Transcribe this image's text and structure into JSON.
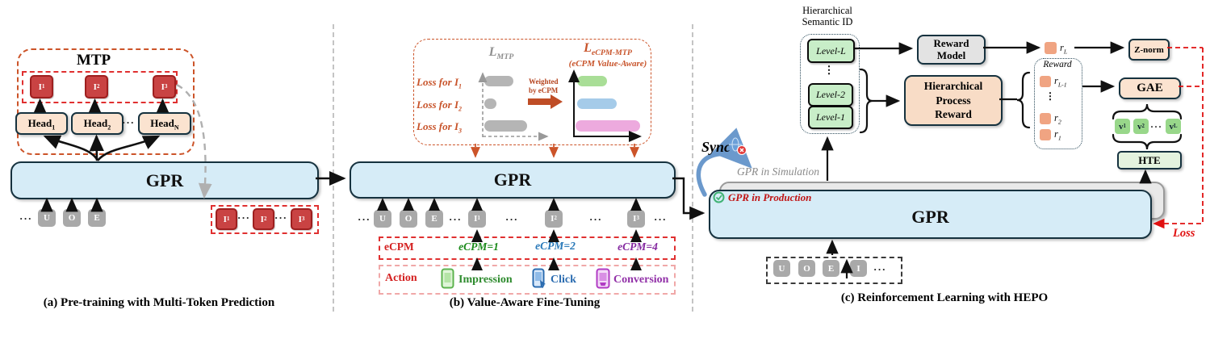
{
  "colors": {
    "gpr_fill": "#d6ecf7",
    "box_border": "#16323f",
    "peach": "#fbe3d0",
    "red_token": "#c94343",
    "gray_token": "#a9a9a9",
    "accent_orange": "#cc5429",
    "accent_red": "#d42020",
    "bar_gray": "#b5b5b5",
    "bar_green": "#a9de97",
    "bar_blue": "#a5cbe9",
    "bar_pink": "#edaade",
    "level_green": "#c8eec8",
    "v_green": "#98d78a",
    "reward_orange": "#f0a482",
    "ecpm1_green": "#1a8a1a",
    "ecpm2_blue": "#2878b8",
    "ecpm4_purple": "#8428a0"
  },
  "panel_a": {
    "caption": "(a) Pre-training with Multi-Token Prediction",
    "mtp_title": "MTP",
    "gpr": "GPR",
    "ellipsis": "···",
    "outputs": [
      {
        "base": "I",
        "sub": "1"
      },
      {
        "base": "I",
        "sub": "2"
      },
      {
        "base": "I",
        "sub": "3"
      }
    ],
    "heads": [
      {
        "base": "Head",
        "sub": "1"
      },
      {
        "base": "Head",
        "sub": "2"
      },
      {
        "base": "Head",
        "sub": "N"
      }
    ],
    "inputs": [
      "U",
      "O",
      "E"
    ],
    "generated": [
      {
        "base": "I",
        "sub": "1"
      },
      {
        "base": "I",
        "sub": "2"
      },
      {
        "base": "I",
        "sub": "3"
      }
    ]
  },
  "panel_b": {
    "caption": "(b) Value-Aware Fine-Tuning",
    "gpr": "GPR",
    "ellipsis": "···",
    "tokens": [
      "U",
      "O",
      "E"
    ],
    "item_tokens": [
      {
        "base": "I",
        "sub": "1"
      },
      {
        "base": "I",
        "sub": "2"
      },
      {
        "base": "I",
        "sub": "3"
      }
    ],
    "loss_panel": {
      "left_title_base": "L",
      "left_title_sub": "MTP",
      "right_title_base": "L",
      "right_title_sub": "eCPM-MTP",
      "right_subtitle": "(eCPM Value-Aware)",
      "row_labels": [
        {
          "text": "Loss for I",
          "sub": "1"
        },
        {
          "text": "Loss for I",
          "sub": "2"
        },
        {
          "text": "Loss for I",
          "sub": "3"
        }
      ],
      "weighted_line1": "Weighted",
      "weighted_line2": "by eCPM",
      "bars_relative": {
        "mtp": [
          0.45,
          0.19,
          0.66
        ],
        "ecpm_mtp": [
          0.46,
          0.61,
          1.0
        ]
      }
    },
    "ecpm": {
      "label": "eCPM",
      "values": [
        "eCPM=1",
        "eCPM=2",
        "eCPM=4"
      ]
    },
    "action": {
      "label": "Action",
      "items": [
        "Impression",
        "Click",
        "Conversion"
      ]
    }
  },
  "panel_c": {
    "caption": "(c) Reinforcement Learning with HEPO",
    "title1": "Hierarchical",
    "title2": "Semantic ID",
    "levels": [
      "Level-L",
      "Level-2",
      "Level-1"
    ],
    "vdots": "⋮",
    "hdots": "···",
    "reward_model1": "Reward",
    "reward_model2": "Model",
    "hpr1": "Hierarchical",
    "hpr2": "Process",
    "hpr3": "Reward",
    "reward_title": "Reward",
    "r_top": {
      "base": "r",
      "sub": "L"
    },
    "r_items": [
      {
        "base": "r",
        "sub": "L-1"
      },
      {
        "base": "r",
        "sub": "2"
      },
      {
        "base": "r",
        "sub": "1"
      }
    ],
    "znorm": "Z-norm",
    "gae": "GAE",
    "hte": "HTE",
    "v_items": [
      {
        "base": "v",
        "sub": "1"
      },
      {
        "base": "v",
        "sub": "2"
      },
      {
        "base": "v",
        "sub": "L"
      }
    ],
    "sync": "Sync",
    "sim": "GPR in Simulation",
    "prod": "GPR in Production",
    "gpr": "GPR",
    "loss": "Loss",
    "input_tokens": [
      "U",
      "O",
      "E",
      "I"
    ]
  }
}
